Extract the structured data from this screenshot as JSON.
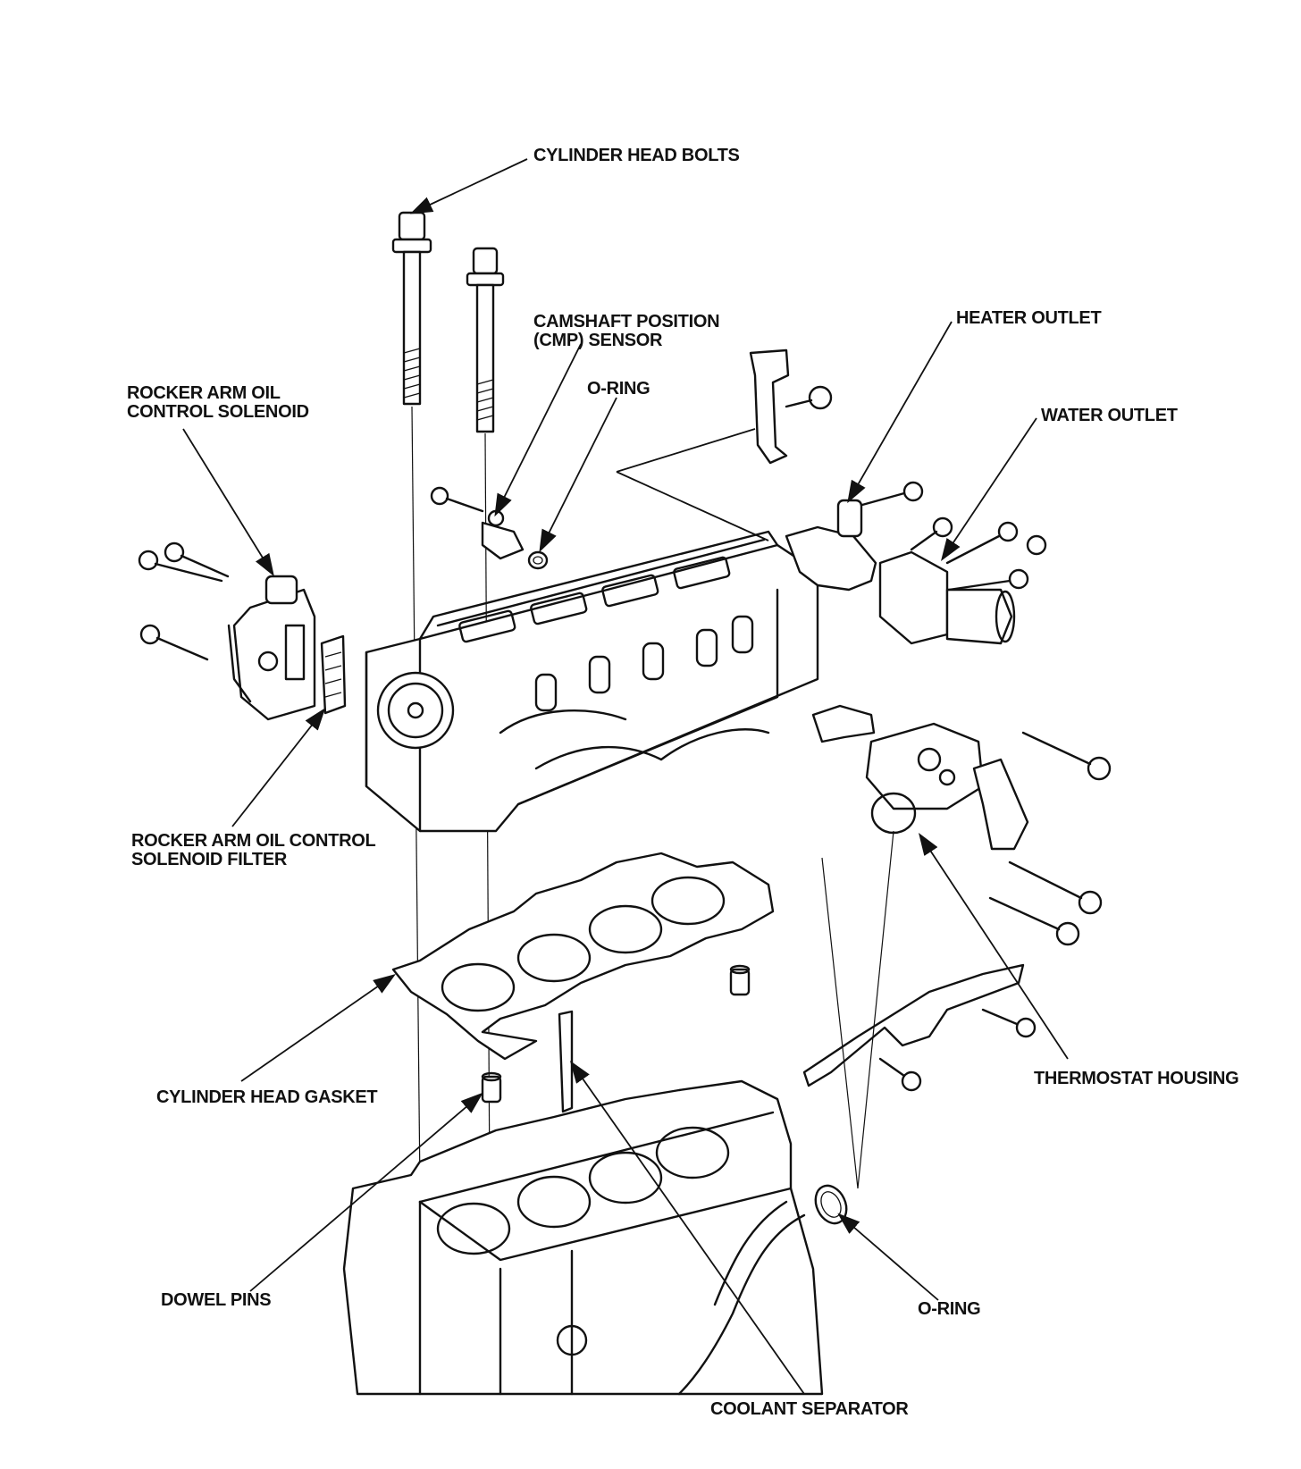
{
  "labels": {
    "cylinder_head_bolts": "CYLINDER HEAD BOLTS",
    "cmp_sensor_line1": "CAMSHAFT POSITION",
    "cmp_sensor_line2": "(CMP) SENSOR",
    "o_ring_top": "O-RING",
    "heater_outlet": "HEATER OUTLET",
    "water_outlet": "WATER OUTLET",
    "rocker_solenoid_line1": "ROCKER ARM OIL",
    "rocker_solenoid_line2": "CONTROL SOLENOID",
    "rocker_filter_line1": "ROCKER ARM OIL CONTROL",
    "rocker_filter_line2": "SOLENOID FILTER",
    "thermostat_housing": "THERMOSTAT HOUSING",
    "cylinder_head_gasket": "CYLINDER HEAD GASKET",
    "dowel_pins": "DOWEL PINS",
    "o_ring_bottom": "O-RING",
    "coolant_separator": "COOLANT SEPARATOR"
  }
}
